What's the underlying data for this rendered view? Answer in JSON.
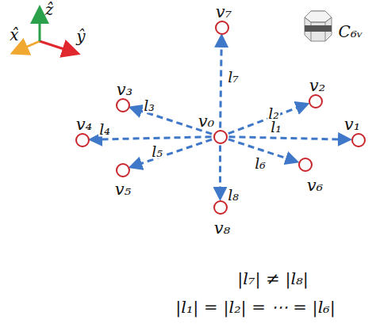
{
  "diagram": {
    "nodes": [
      {
        "text": [
          "v₀"
        ]
      },
      {
        "text": [
          "v₁"
        ]
      },
      {
        "text": [
          "v₂"
        ]
      },
      {
        "text": [
          "v₃"
        ]
      },
      {
        "text": [
          "v₄"
        ]
      },
      {
        "text": [
          "v₅"
        ]
      },
      {
        "text": [
          "v₆"
        ]
      },
      {
        "text": [
          "v₇"
        ]
      },
      {
        "text": [
          "v₈"
        ]
      }
    ],
    "edges": [
      {
        "from": 0,
        "to": 1,
        "label": "l₁",
        "arrow": "to"
      },
      {
        "from": 0,
        "to": 2,
        "label": "l₂",
        "arrow": "to"
      },
      {
        "from": 0,
        "to": 3,
        "label": "l₃",
        "arrow": "to"
      },
      {
        "from": 0,
        "to": 4,
        "label": "l₄",
        "arrow": "to"
      },
      {
        "from": 0,
        "to": 5,
        "label": "l₅",
        "arrow": "to"
      },
      {
        "from": 0,
        "to": 6,
        "label": "l₆",
        "arrow": "to"
      },
      {
        "from": 0,
        "to": 7,
        "label": "l₇",
        "arrow": "to"
      },
      {
        "from": 0,
        "to": 8,
        "label": "l₈",
        "arrow": "to"
      }
    ],
    "labels": [
      "x̂",
      "ŷ",
      "ẑ",
      "C₆ᵥ",
      "|l₇| ≠ |l₈|",
      "|l₁| = |l₂| = ⋯ = |l₆|"
    ]
  }
}
